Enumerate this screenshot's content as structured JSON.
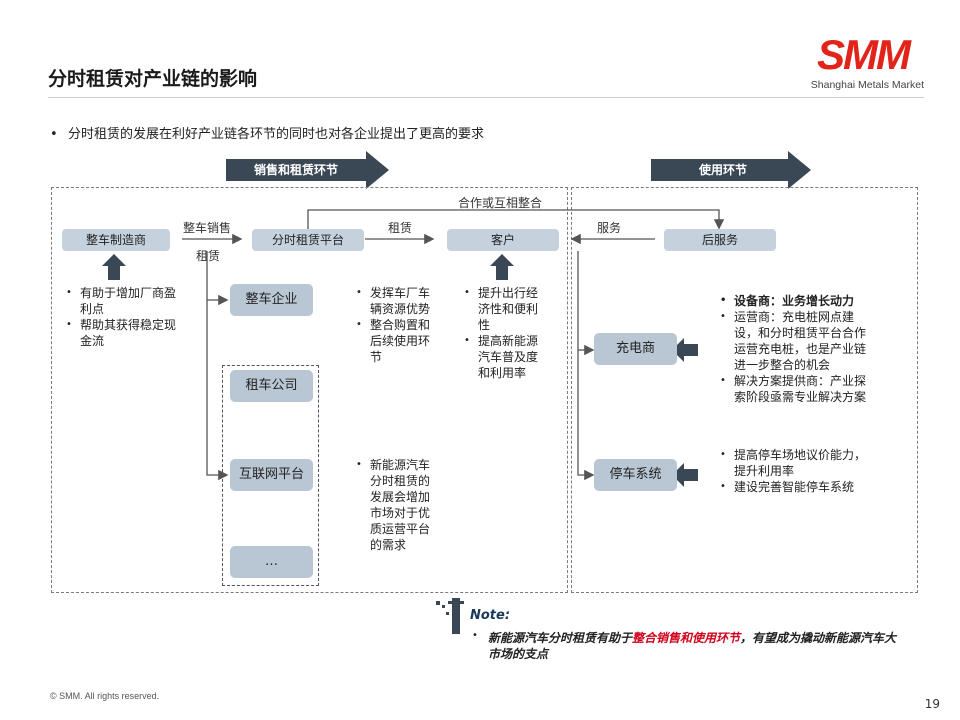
{
  "header": {
    "title": "分时租赁对产业链的影响",
    "logo_text": "SMM",
    "logo_subtitle": "Shanghai Metals Market",
    "brand_color": "#e2231a"
  },
  "intro": "分时租赁的发展在利好产业链各环节的同时也对各企业提出了更高的要求",
  "banners": {
    "sales": "销售和租赁环节",
    "usage": "使用环节"
  },
  "flow_labels": {
    "cooperate": "合作或互相整合",
    "vehicle_sales": "整车销售",
    "leasing": "租赁",
    "leasing2": "租赁",
    "service": "服务"
  },
  "nodes": {
    "oem": "整车制造商",
    "platform": "分时租赁平台",
    "customer": "客户",
    "after_sales": "后服务",
    "auto_company": "整车企业",
    "rental_company": "租车公司",
    "internet_platform": "互联网平台",
    "ellipsis": "…",
    "charging": "充电商",
    "parking": "停车系统"
  },
  "notes": {
    "oem": [
      "有助于增加厂商盈利点",
      "帮助其获得稳定现金流"
    ],
    "auto_company": [
      "发挥车厂车辆资源优势",
      "整合购置和后续使用环节"
    ],
    "customer": [
      "提升出行经济性和便利性",
      "提高新能源汽车普及度和利用率"
    ],
    "internet_platform": [
      "新能源汽车分时租赁的发展会增加市场对于优质运营平台的需求"
    ],
    "charging": [
      "设备商：业务增长动力",
      "运营商：充电桩网点建设，和分时租赁平台合作运营充电桩，也是产业链进一步整合的机会",
      "解决方案提供商：产业探索阶段亟需专业解决方案"
    ],
    "parking": [
      "提高停车场地议价能力，提升利用率",
      "建设完善智能停车系统"
    ]
  },
  "note_box": {
    "title": "Note:",
    "text_before": "新能源汽车分时租赁有助于",
    "text_highlight": "整合销售和使用环节",
    "text_after": "，有望成为撬动新能源汽车大市场的支点"
  },
  "footer": {
    "copyright": "© SMM. All rights reserved.",
    "page": "19"
  }
}
